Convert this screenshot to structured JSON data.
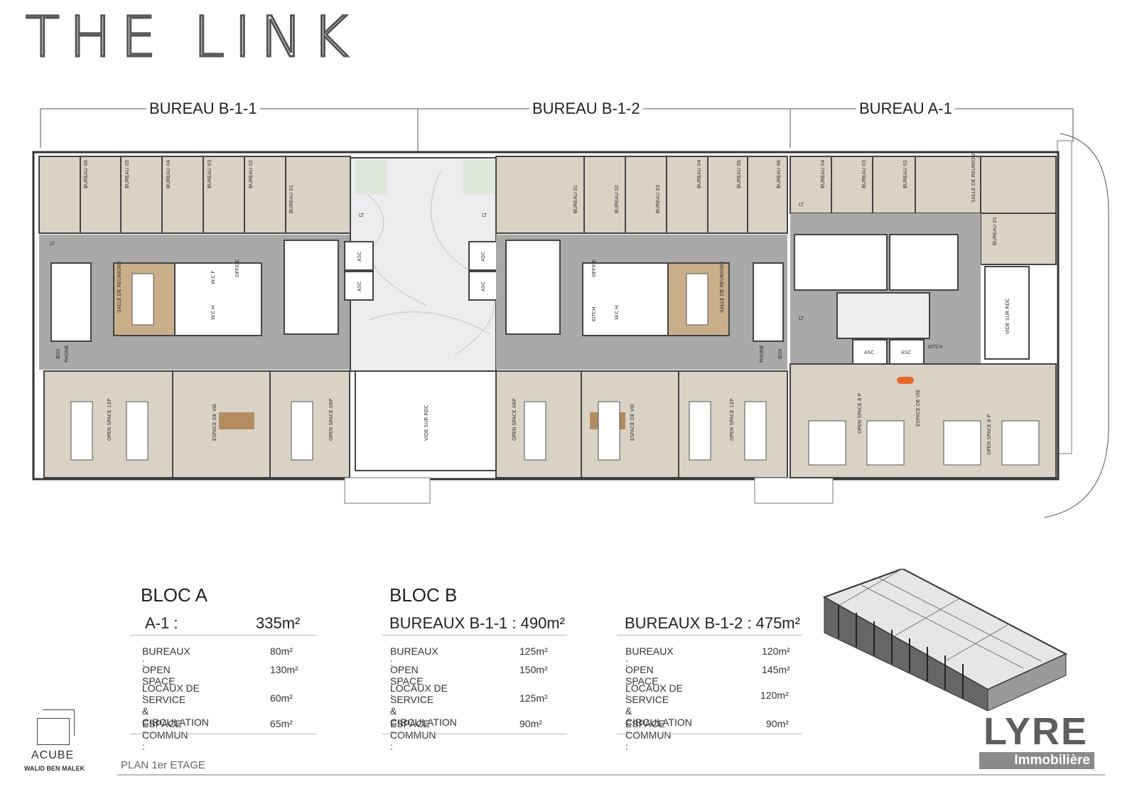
{
  "header": {
    "title": "THE LINK"
  },
  "plan": {
    "sections": [
      "BUREAU B-1-1",
      "BUREAU B-1-2",
      "BUREAU A-1"
    ],
    "rooms": {
      "b11_offices": [
        "BUREAU 06",
        "BUREAU 05",
        "BUREAU 04",
        "BUREAU 03",
        "BUREAU 02",
        "BUREAU 01"
      ],
      "b12_offices": [
        "BUREAU 01",
        "BUREAU 02",
        "BUREAU 03",
        "BUREAU 04",
        "BUREAU 05",
        "BUREAU 06"
      ],
      "a1_offices": [
        "BUREAU 04",
        "BUREAU 03",
        "BUREAU 02",
        "SALLE DE REUNIONS",
        "BUREAU 01"
      ],
      "meeting": "SALLE DE REUNIONS",
      "open_space_12": "OPEN SPACE 12P",
      "open_space_06": "OPEN SPACE 06P",
      "open_space_08": "OPEN SPACE 8 P",
      "espace_vie": "ESPACE DE VIE",
      "vide": "VIDE SUR RDC",
      "asc": "ASC",
      "lt": "LT",
      "kitch": "KITCH",
      "office": "OFFICE",
      "wc_f": "W.C F",
      "wc_h": "W.C H",
      "phone": "PHONE",
      "box": "BOX"
    }
  },
  "blocs": [
    {
      "title": "BLOC A",
      "subhead_label": "A-1 :",
      "subhead_value": "335m²",
      "rows": [
        {
          "k": "BUREAUX :",
          "v": "80m²"
        },
        {
          "k": "OPEN SPACE :",
          "v": "130m²"
        },
        {
          "k": "LOCAUX DE SERVICE\n& CIRCULATION :",
          "v": "60m²"
        },
        {
          "k": "ESPACE COMMUN :",
          "v": "65m²"
        }
      ]
    },
    {
      "title": "BLOC B",
      "subhead_label": "BUREAUX B-1-1 : 490m²",
      "rows": [
        {
          "k": "BUREAUX :",
          "v": "125m²"
        },
        {
          "k": "OPEN SPACE :",
          "v": "150m²"
        },
        {
          "k": "LOCAUX DE SERVICE\n& CIRCULATION :",
          "v": "125m²"
        },
        {
          "k": "ESPACE COMMUN :",
          "v": "90m²"
        }
      ]
    },
    {
      "subhead_label": "BUREAUX B-1-2 : 475m²",
      "rows": [
        {
          "k": "BUREAUX :",
          "v": "120m²"
        },
        {
          "k": "OPEN SPACE :",
          "v": "145m²"
        },
        {
          "k": "LOCAUX DE SERVICE\n& CIRCULATION :",
          "v": "120m²"
        },
        {
          "k": "ESPACE COMMUN :",
          "v": "90m²"
        }
      ]
    }
  ],
  "footer": {
    "architect": "ACUBE",
    "architect_sub": "WALID BEN MALEK",
    "plan_name": "PLAN 1er ETAGE",
    "brand": "LYRE",
    "brand_sub": "Immobilière"
  },
  "colors": {
    "room_fill": "#d9d3c6",
    "corridor": "#a9a9a9",
    "wall": "#444444",
    "meeting_fill": "#c9ae8a",
    "marble": "#e9eaea"
  }
}
